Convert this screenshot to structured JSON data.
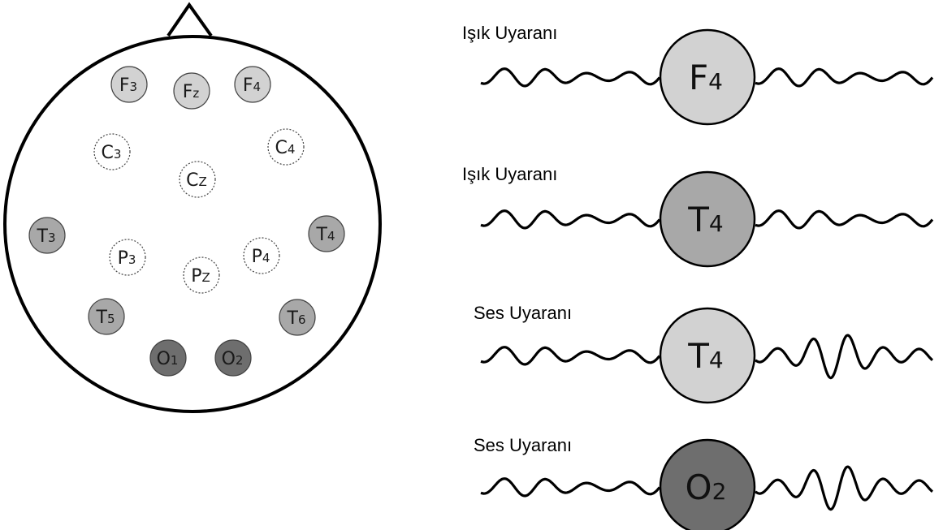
{
  "head": {
    "electrodes": [
      {
        "base": "F",
        "sub": "3",
        "shade": "light"
      },
      {
        "base": "F",
        "sub": "z",
        "shade": "light"
      },
      {
        "base": "F",
        "sub": "4",
        "shade": "light"
      },
      {
        "base": "C",
        "sub": "3",
        "shade": "white"
      },
      {
        "base": "C",
        "sub": "4",
        "shade": "white"
      },
      {
        "base": "C",
        "sub": "Z",
        "shade": "white"
      },
      {
        "base": "T",
        "sub": "3",
        "shade": "medium"
      },
      {
        "base": "T",
        "sub": "4",
        "shade": "medium"
      },
      {
        "base": "P",
        "sub": "3",
        "shade": "white"
      },
      {
        "base": "P",
        "sub": "4",
        "shade": "white"
      },
      {
        "base": "P",
        "sub": "Z",
        "shade": "white"
      },
      {
        "base": "T",
        "sub": "5",
        "shade": "medium"
      },
      {
        "base": "T",
        "sub": "6",
        "shade": "medium"
      },
      {
        "base": "O",
        "sub": "1",
        "shade": "dark"
      },
      {
        "base": "O",
        "sub": "2",
        "shade": "dark"
      }
    ]
  },
  "signals": [
    {
      "label": "Işık Uyaranı",
      "electrode_base": "F",
      "electrode_sub": "4",
      "shade": "light",
      "right_wave": "normal"
    },
    {
      "label": "Işık Uyaranı",
      "electrode_base": "T",
      "electrode_sub": "4",
      "shade": "medium",
      "right_wave": "normal"
    },
    {
      "label": "Ses Uyaranı",
      "electrode_base": "T",
      "electrode_sub": "4",
      "shade": "light",
      "right_wave": "burst"
    },
    {
      "label": "Ses Uyaranı",
      "electrode_base": "O",
      "electrode_sub": "2",
      "shade": "dark",
      "right_wave": "burst"
    }
  ],
  "colors": {
    "white": "#ffffff",
    "light": "#d2d2d2",
    "medium": "#a8a8a8",
    "dark": "#6e6e6e",
    "stroke": "#000000"
  }
}
